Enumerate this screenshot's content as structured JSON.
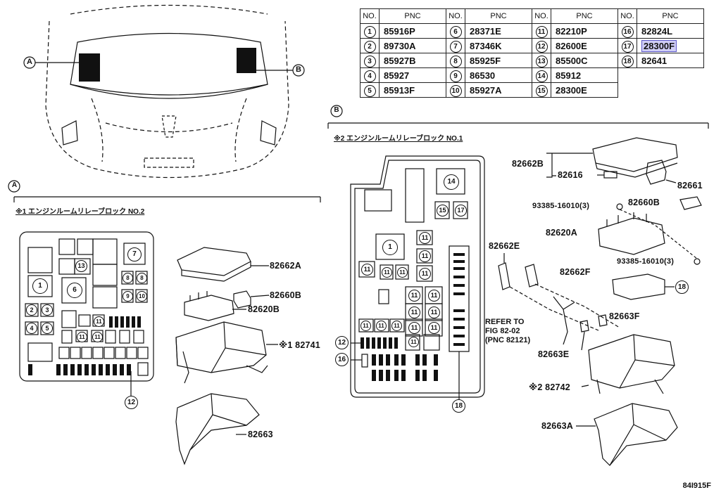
{
  "table": {
    "headers": [
      {
        "no": "NO.",
        "pnc": "PNC"
      },
      {
        "no": "NO.",
        "pnc": "PNC"
      },
      {
        "no": "NO.",
        "pnc": "PNC"
      },
      {
        "no": "NO.",
        "pnc": "PNC"
      }
    ],
    "rows": [
      [
        {
          "no": "1",
          "pnc": "85916P"
        },
        {
          "no": "6",
          "pnc": "28371E"
        },
        {
          "no": "11",
          "pnc": "82210P"
        },
        {
          "no": "16",
          "pnc": "82824L"
        }
      ],
      [
        {
          "no": "2",
          "pnc": "89730A"
        },
        {
          "no": "7",
          "pnc": "87346K"
        },
        {
          "no": "12",
          "pnc": "82600E"
        },
        {
          "no": "17",
          "pnc": "28300F",
          "highlight": true
        }
      ],
      [
        {
          "no": "3",
          "pnc": "85927B"
        },
        {
          "no": "8",
          "pnc": "85925F"
        },
        {
          "no": "13",
          "pnc": "85500C"
        },
        {
          "no": "18",
          "pnc": "82641"
        }
      ],
      [
        {
          "no": "4",
          "pnc": "85927"
        },
        {
          "no": "9",
          "pnc": "86530"
        },
        {
          "no": "14",
          "pnc": "85912"
        }
      ],
      [
        {
          "no": "5",
          "pnc": "85913F"
        },
        {
          "no": "10",
          "pnc": "85927A"
        },
        {
          "no": "15",
          "pnc": "28300E"
        }
      ]
    ],
    "highlight_color": "#cfcdf5"
  },
  "car": {
    "marker_a": "A",
    "marker_b": "B"
  },
  "section_a": {
    "marker": "A",
    "title": "※1 エンジンルームリレーブロック NO.2",
    "labels": {
      "cover": "82662A",
      "relay": "82660B",
      "block": "82620B",
      "box": "※1 82741",
      "lower": "82663",
      "callout": "12"
    },
    "grid_nums": [
      "1",
      "2",
      "3",
      "4",
      "5",
      "6",
      "7",
      "8",
      "8",
      "9",
      "10",
      "11",
      "11",
      "11",
      "13"
    ]
  },
  "section_b": {
    "marker": "B",
    "title": "※2 エンジンルームリレーブロック NO.1",
    "labels": {
      "cover": "82662B",
      "clip": "82616",
      "relay_top": "82661",
      "bolt1": "93385-16010(3)",
      "relay_b": "82660B",
      "block": "82620A",
      "bolt2": "93385-16010(3)",
      "bracket_e": "82662E",
      "bracket_f": "82662F",
      "module": "18",
      "refer": "REFER TO\nFIG 82-02\n(PNC 82121)",
      "term_f": "82663F",
      "term_e": "82663E",
      "box": "※2 82742",
      "lower": "82663A",
      "callout_12": "12",
      "callout_16": "16",
      "callout_18": "18"
    },
    "grid_nums": [
      "14",
      "15",
      "17",
      "1",
      "11",
      "11",
      "11",
      "11",
      "11",
      "11",
      "11",
      "11",
      "11",
      "11",
      "11",
      "11",
      "11",
      "11",
      "11",
      "11"
    ]
  },
  "figure_id": "84I915F"
}
